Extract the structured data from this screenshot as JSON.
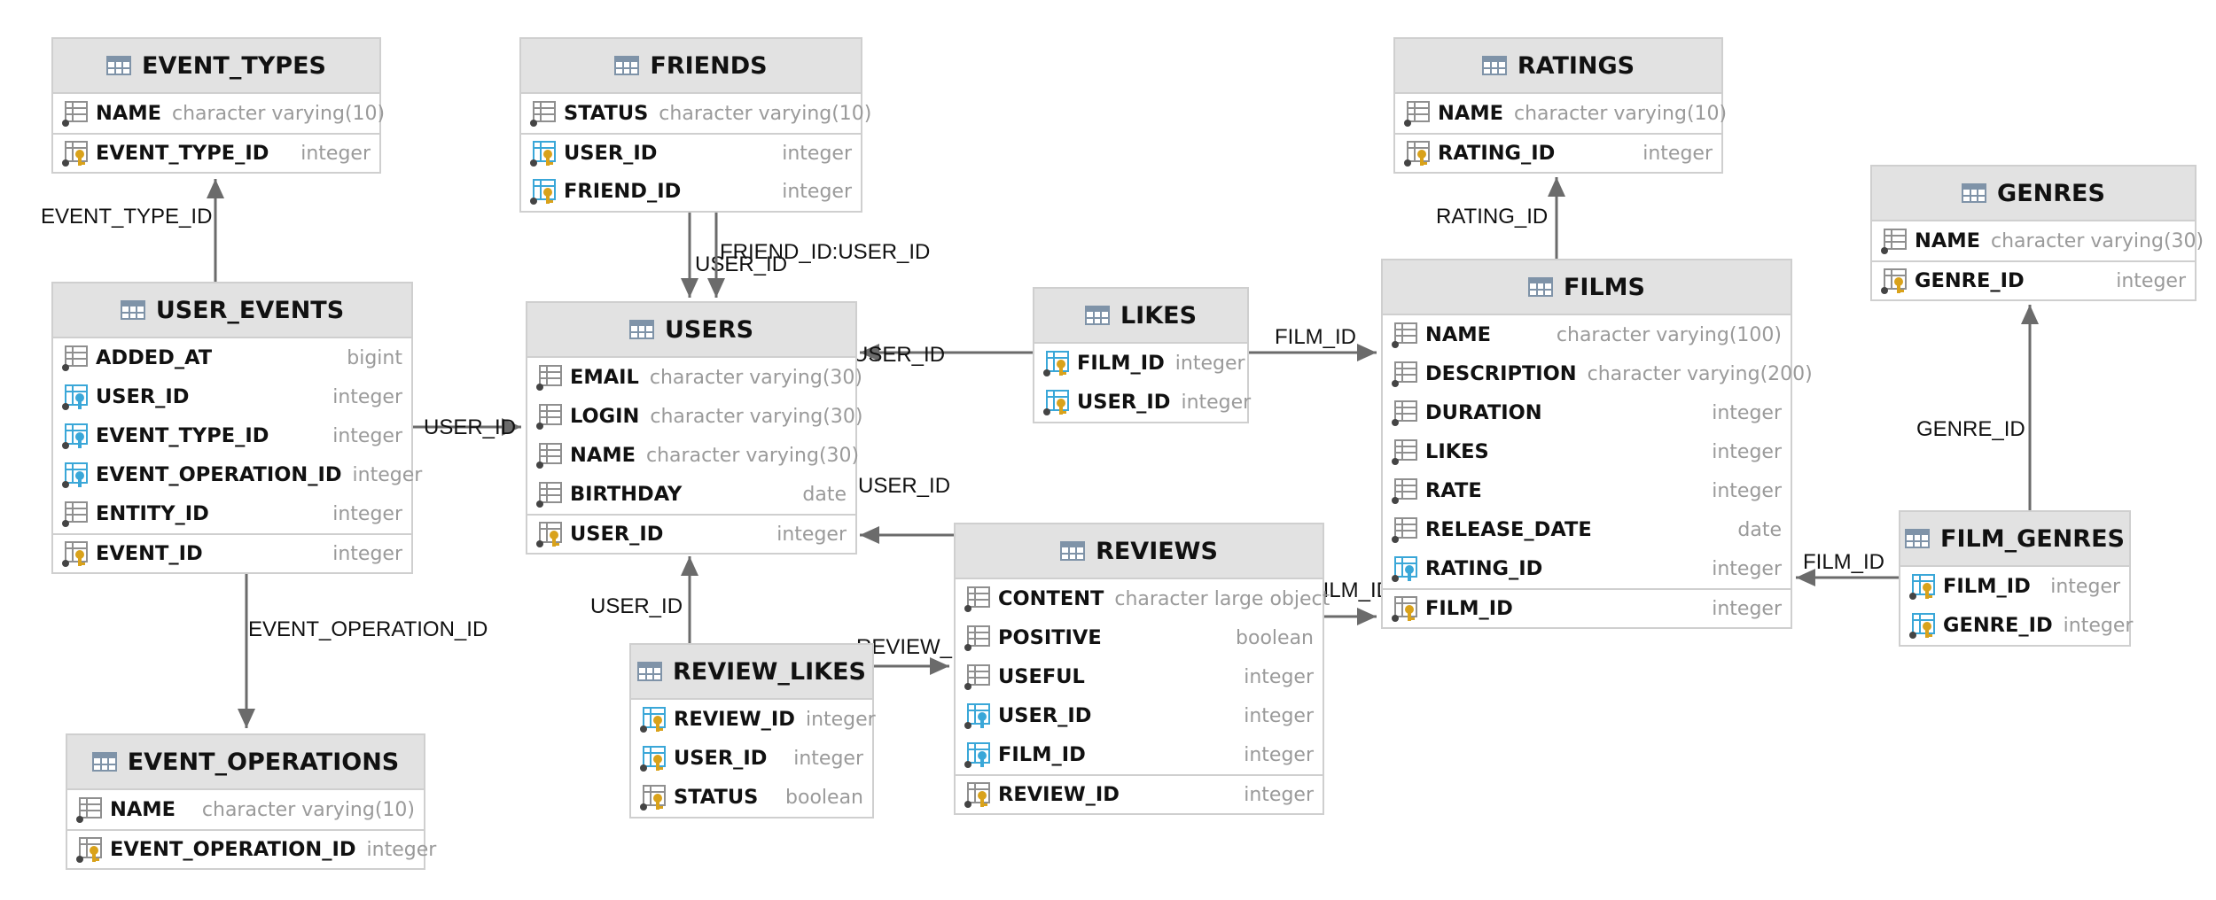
{
  "tables": [
    {
      "id": "EVENT_TYPES",
      "title": "EVENT_TYPES",
      "columns": [
        {
          "name": "NAME",
          "type": "character varying(10)",
          "icon": "column-icon"
        },
        {
          "name": "EVENT_TYPE_ID",
          "type": "integer",
          "icon": "primary-key-icon",
          "pk_sep": true
        }
      ]
    },
    {
      "id": "FRIENDS",
      "title": "FRIENDS",
      "columns": [
        {
          "name": "STATUS",
          "type": "character varying(10)",
          "icon": "column-icon"
        },
        {
          "name": "USER_ID",
          "type": "integer",
          "icon": "primary-foreign-key-icon",
          "pk_sep": true
        },
        {
          "name": "FRIEND_ID",
          "type": "integer",
          "icon": "primary-foreign-key-icon"
        }
      ]
    },
    {
      "id": "RATINGS",
      "title": "RATINGS",
      "columns": [
        {
          "name": "NAME",
          "type": "character varying(10)",
          "icon": "column-icon"
        },
        {
          "name": "RATING_ID",
          "type": "integer",
          "icon": "primary-key-icon",
          "pk_sep": true
        }
      ]
    },
    {
      "id": "GENRES",
      "title": "GENRES",
      "columns": [
        {
          "name": "NAME",
          "type": "character varying(30)",
          "icon": "column-icon"
        },
        {
          "name": "GENRE_ID",
          "type": "integer",
          "icon": "primary-key-icon",
          "pk_sep": true
        }
      ]
    },
    {
      "id": "USER_EVENTS",
      "title": "USER_EVENTS",
      "columns": [
        {
          "name": "ADDED_AT",
          "type": "bigint",
          "icon": "column-icon"
        },
        {
          "name": "USER_ID",
          "type": "integer",
          "icon": "foreign-key-icon"
        },
        {
          "name": "EVENT_TYPE_ID",
          "type": "integer",
          "icon": "foreign-key-icon"
        },
        {
          "name": "EVENT_OPERATION_ID",
          "type": "integer",
          "icon": "foreign-key-icon"
        },
        {
          "name": "ENTITY_ID",
          "type": "integer",
          "icon": "column-icon"
        },
        {
          "name": "EVENT_ID",
          "type": "integer",
          "icon": "primary-key-icon",
          "pk_sep": true
        }
      ]
    },
    {
      "id": "USERS",
      "title": "USERS",
      "columns": [
        {
          "name": "EMAIL",
          "type": "character varying(30)",
          "icon": "column-icon"
        },
        {
          "name": "LOGIN",
          "type": "character varying(30)",
          "icon": "column-icon"
        },
        {
          "name": "NAME",
          "type": "character varying(30)",
          "icon": "column-icon"
        },
        {
          "name": "BIRTHDAY",
          "type": "date",
          "icon": "column-icon"
        },
        {
          "name": "USER_ID",
          "type": "integer",
          "icon": "primary-key-icon",
          "pk_sep": true
        }
      ]
    },
    {
      "id": "LIKES",
      "title": "LIKES",
      "columns": [
        {
          "name": "FILM_ID",
          "type": "integer",
          "icon": "primary-foreign-key-icon"
        },
        {
          "name": "USER_ID",
          "type": "integer",
          "icon": "primary-foreign-key-icon"
        }
      ]
    },
    {
      "id": "FILMS",
      "title": "FILMS",
      "columns": [
        {
          "name": "NAME",
          "type": "character varying(100)",
          "icon": "column-icon"
        },
        {
          "name": "DESCRIPTION",
          "type": "character varying(200)",
          "icon": "column-icon"
        },
        {
          "name": "DURATION",
          "type": "integer",
          "icon": "column-icon"
        },
        {
          "name": "LIKES",
          "type": "integer",
          "icon": "column-icon"
        },
        {
          "name": "RATE",
          "type": "integer",
          "icon": "column-icon"
        },
        {
          "name": "RELEASE_DATE",
          "type": "date",
          "icon": "column-icon"
        },
        {
          "name": "RATING_ID",
          "type": "integer",
          "icon": "foreign-key-icon"
        },
        {
          "name": "FILM_ID",
          "type": "integer",
          "icon": "primary-key-icon",
          "pk_sep": true
        }
      ]
    },
    {
      "id": "FILM_GENRES",
      "title": "FILM_GENRES",
      "columns": [
        {
          "name": "FILM_ID",
          "type": "integer",
          "icon": "primary-foreign-key-icon"
        },
        {
          "name": "GENRE_ID",
          "type": "integer",
          "icon": "primary-foreign-key-icon"
        }
      ]
    },
    {
      "id": "REVIEWS",
      "title": "REVIEWS",
      "columns": [
        {
          "name": "CONTENT",
          "type": "character large object",
          "icon": "column-icon"
        },
        {
          "name": "POSITIVE",
          "type": "boolean",
          "icon": "column-icon"
        },
        {
          "name": "USEFUL",
          "type": "integer",
          "icon": "column-icon"
        },
        {
          "name": "USER_ID",
          "type": "integer",
          "icon": "foreign-key-icon"
        },
        {
          "name": "FILM_ID",
          "type": "integer",
          "icon": "foreign-key-icon"
        },
        {
          "name": "REVIEW_ID",
          "type": "integer",
          "icon": "primary-key-icon",
          "pk_sep": true
        }
      ]
    },
    {
      "id": "REVIEW_LIKES",
      "title": "REVIEW_LIKES",
      "columns": [
        {
          "name": "REVIEW_ID",
          "type": "integer",
          "icon": "primary-foreign-key-icon"
        },
        {
          "name": "USER_ID",
          "type": "integer",
          "icon": "primary-foreign-key-icon"
        },
        {
          "name": "STATUS",
          "type": "boolean",
          "icon": "primary-key-icon"
        }
      ]
    },
    {
      "id": "EVENT_OPERATIONS",
      "title": "EVENT_OPERATIONS",
      "columns": [
        {
          "name": "NAME",
          "type": "character varying(10)",
          "icon": "column-icon"
        },
        {
          "name": "EVENT_OPERATION_ID",
          "type": "integer",
          "icon": "primary-key-icon",
          "pk_sep": true
        }
      ]
    }
  ],
  "relations": [
    {
      "id": "user_events-event_types",
      "label": "EVENT_TYPE_ID"
    },
    {
      "id": "user_events-event_operations",
      "label": "EVENT_OPERATION_ID"
    },
    {
      "id": "user_events-users",
      "label": "USER_ID"
    },
    {
      "id": "friends-users-user",
      "label": "USER_ID"
    },
    {
      "id": "friends-users-friend",
      "label": "FRIEND_ID:USER_ID"
    },
    {
      "id": "likes-users",
      "label": "USER_ID"
    },
    {
      "id": "likes-films",
      "label": "FILM_ID"
    },
    {
      "id": "films-ratings",
      "label": "RATING_ID"
    },
    {
      "id": "film_genres-genres",
      "label": "GENRE_ID"
    },
    {
      "id": "film_genres-films",
      "label": "FILM_ID"
    },
    {
      "id": "reviews-users",
      "label": "USER_ID"
    },
    {
      "id": "reviews-films",
      "label": "FILM_ID"
    },
    {
      "id": "review_likes-users",
      "label": "USER_ID"
    },
    {
      "id": "review_likes-reviews",
      "label": "REVIEW_ID"
    }
  ],
  "colors": {
    "header_bg": "#e2e2e2",
    "border": "#cfcfcf",
    "edge": "#6b6b6b",
    "type_text": "#9a9a9a",
    "key_gold": "#d9a21b",
    "fk_blue": "#3aa7d8"
  }
}
